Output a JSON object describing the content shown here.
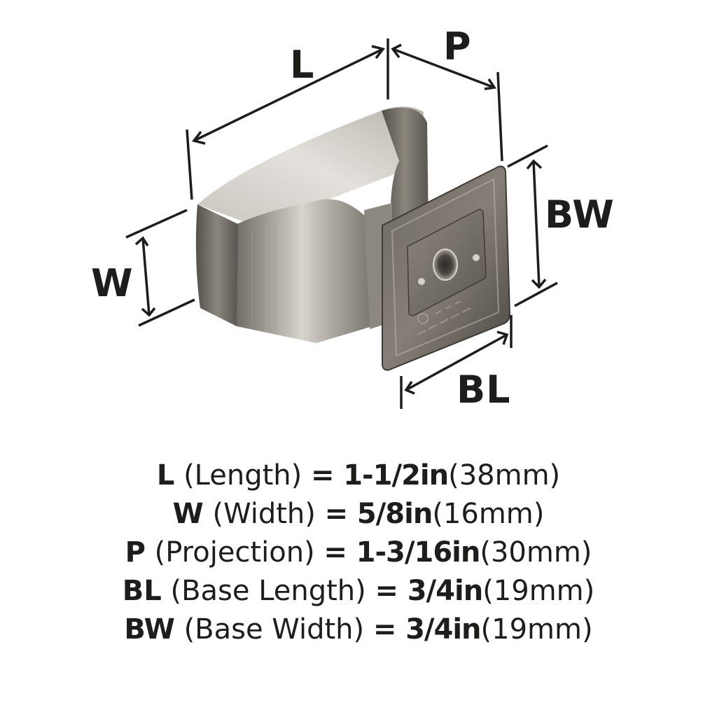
{
  "diagram": {
    "subject": "cabinet-knob-rectangular-satin-nickel",
    "labels": {
      "length": "L",
      "projection": "P",
      "width": "W",
      "base_width": "BW",
      "base_length": "BL"
    },
    "colors": {
      "ink": "#1d1d1b",
      "metal_light": "#d9d6d1",
      "metal_mid": "#a9a49d",
      "metal_dark": "#5f5a54",
      "base_dark": "#4a453f"
    }
  },
  "specs": [
    {
      "abbr": "L",
      "name": "(Length)",
      "eq": "=",
      "imperial": "1-1/2in",
      "metric": "(38mm)"
    },
    {
      "abbr": "W",
      "name": "(Width)",
      "eq": "=",
      "imperial": "5/8in",
      "metric": "(16mm)"
    },
    {
      "abbr": "P",
      "name": "(Projection)",
      "eq": "=",
      "imperial": "1-3/16in",
      "metric": "(30mm)"
    },
    {
      "abbr": "BL",
      "name": "(Base Length)",
      "eq": "=",
      "imperial": "3/4in",
      "metric": "(19mm)"
    },
    {
      "abbr": "BW",
      "name": "(Base Width)",
      "eq": "=",
      "imperial": "3/4in",
      "metric": "(19mm)"
    }
  ]
}
